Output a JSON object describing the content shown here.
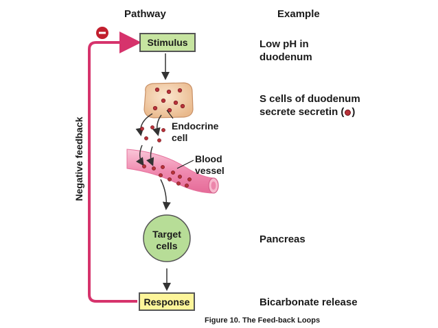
{
  "headers": {
    "pathway": "Pathway",
    "example": "Example"
  },
  "pathway": {
    "stimulus": "Stimulus",
    "endocrine_cell": "Endocrine\ncell",
    "blood_vessel": "Blood\nvessel",
    "target_cells": "Target\ncells",
    "response": "Response"
  },
  "feedback": {
    "label": "Negative feedback",
    "sign": "–"
  },
  "examples": {
    "stimulus": "Low pH in\nduodenum",
    "endocrine_pre": "S cells of duodenum\nsecrete secretin (",
    "endocrine_post": ")",
    "target": "Pancreas",
    "response": "Bicarbonate release"
  },
  "caption": "Figure 10. The Feed-back Loops",
  "colors": {
    "feedback": "#d6336c",
    "vessel": "#f3a3c0",
    "hormone": "#b8323a"
  }
}
